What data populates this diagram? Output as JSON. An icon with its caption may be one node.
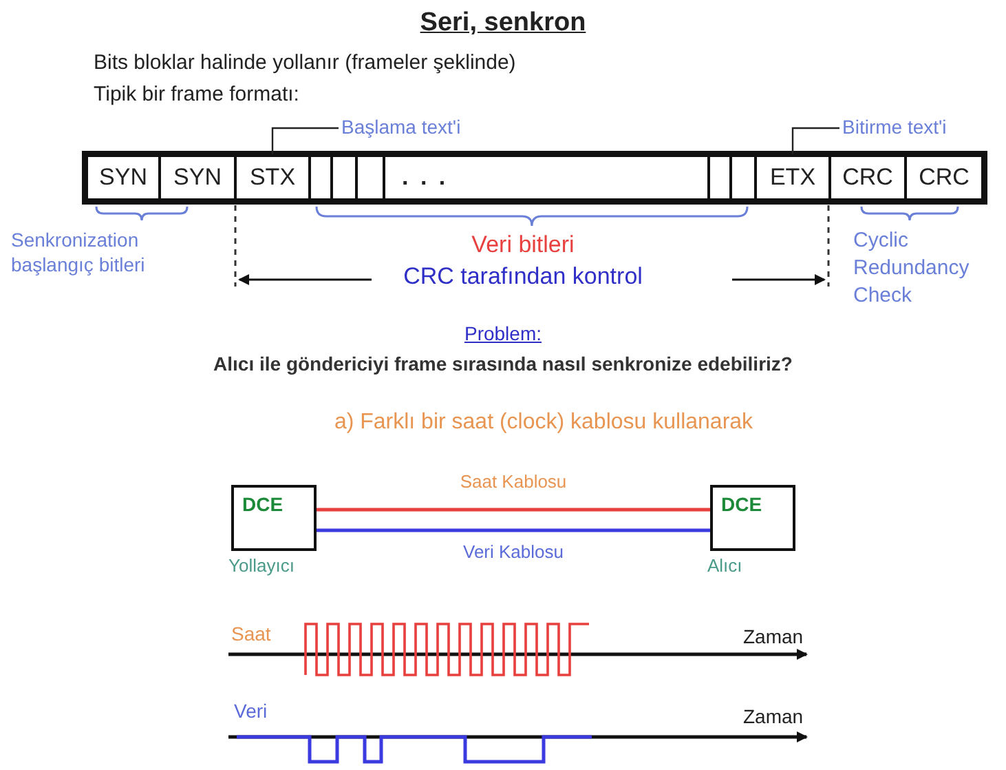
{
  "diagram": {
    "title": "Seri, senkron",
    "nodes": [
      {
        "text": [
          "Başlama text'i"
        ]
      },
      {
        "text": [
          "Bitirme text'i"
        ]
      },
      {
        "text": [
          "SYN"
        ]
      },
      {
        "text": [
          "SYN"
        ]
      },
      {
        "text": [
          "STX"
        ]
      },
      {
        "text": [],
        "shape": "box"
      },
      {
        "text": [],
        "shape": "box"
      },
      {
        "text": [],
        "shape": "box"
      },
      {
        "text": [
          ". . ."
        ]
      },
      {
        "text": [],
        "shape": "box"
      },
      {
        "text": [],
        "shape": "box"
      },
      {
        "text": [
          "ETX"
        ]
      },
      {
        "text": [
          "CRC"
        ]
      },
      {
        "text": [
          "CRC"
        ]
      },
      {
        "text": [
          "DCE"
        ],
        "beside": [
          "Yollayıcı"
        ]
      },
      {
        "text": [
          "DCE"
        ],
        "beside": [
          "Alıcı"
        ]
      }
    ],
    "edges": [
      {
        "from": 0,
        "to": 4,
        "arrow": "none"
      },
      {
        "from": 1,
        "to": 11,
        "arrow": "none"
      },
      {
        "from": 14,
        "to": 15,
        "arrow": "none",
        "label": "Saat Kablosu",
        "color": "#e8403f"
      },
      {
        "from": 14,
        "to": 15,
        "arrow": "none",
        "label": "Veri Kablosu",
        "color": "#3a3ae0"
      }
    ],
    "labels": [
      "Bits bloklar halinde yollanır (frameler şeklinde)",
      "Tipik bir frame formatı:",
      "Senkronization başlangıç bitleri",
      "Veri bitleri",
      "CRC tarafından kontrol",
      "Cyclic Redundancy Check",
      "Problem:",
      "Alıcı ile göndericiyi frame sırasında nasıl senkronize edebiliriz?",
      "a) Farklı bir saat (clock) kablosu kullanarak",
      "Saat",
      "Zaman",
      "Veri",
      "Zaman"
    ]
  }
}
